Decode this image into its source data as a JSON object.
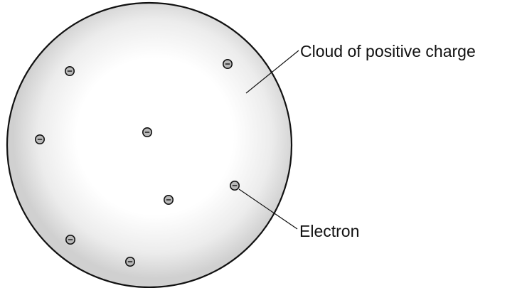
{
  "labels": {
    "cloud": "Cloud of positive charge",
    "electron": "Electron"
  },
  "colors": {
    "cloud_center": "#ffffff",
    "cloud_edge": "#d0d0d0",
    "outline": "#111111",
    "electron_fill": "#b9b9b9"
  },
  "icons": {
    "electron": "minus-sign-circle"
  }
}
